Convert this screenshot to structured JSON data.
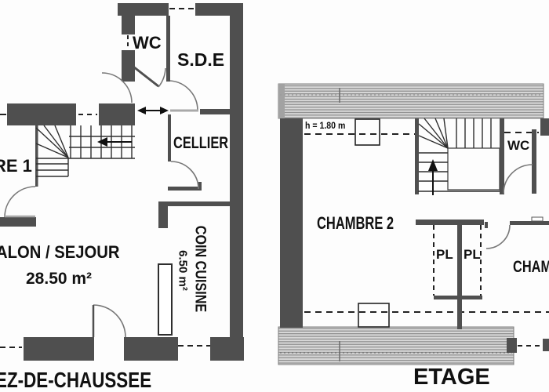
{
  "ground": {
    "title": "EZ-DE-CHAUSSEE",
    "wc": "WC",
    "sde": "S.D.E",
    "cellier": "CELLIER",
    "chambre1_partial": "RE 1",
    "salon": "ALON / SEJOUR",
    "salon_area": "28.50 m²",
    "coin_cuisine": "COIN CUISINE",
    "coin_cuisine_area": "6.50 m²"
  },
  "etage": {
    "title": "ETAGE",
    "height_note": "h = 1.80 m",
    "chambre2": "CHAMBRE 2",
    "wc": "WC",
    "pl_left": "PL",
    "pl_right": "PL",
    "chambre3_partial": "CHAM"
  },
  "colors": {
    "wall": "#4f4f4f",
    "thin_line": "#333333",
    "door_arc": "#777777",
    "hatch_bg": "#d8d8d8",
    "hatch_stripe": "#8f8f8f",
    "text": "#111111",
    "background": "#fdfdfd"
  }
}
